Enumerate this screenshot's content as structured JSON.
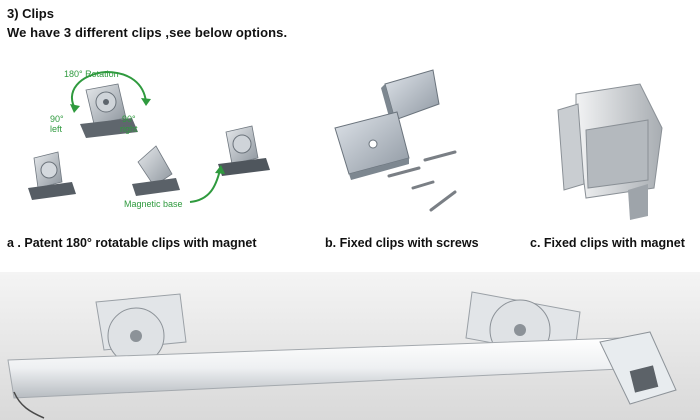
{
  "header": {
    "title": "3) Clips",
    "subtitle": "We have 3 different clips ,see below options."
  },
  "figure_a": {
    "labels": {
      "rotation": "180° Rotation",
      "left_deg": "90°",
      "left_word": "left",
      "right_deg": "90°",
      "right_word": "right",
      "magnetic_base": "Magnetic base"
    },
    "caption": "a . Patent 180° rotatable clips with magnet"
  },
  "figure_b": {
    "caption": "b.   Fixed clips with screws"
  },
  "figure_c": {
    "caption": "c.  Fixed clips with magnet"
  },
  "colors": {
    "annotation_green": "#2f9a3e",
    "metal": "#b9c0c7"
  }
}
